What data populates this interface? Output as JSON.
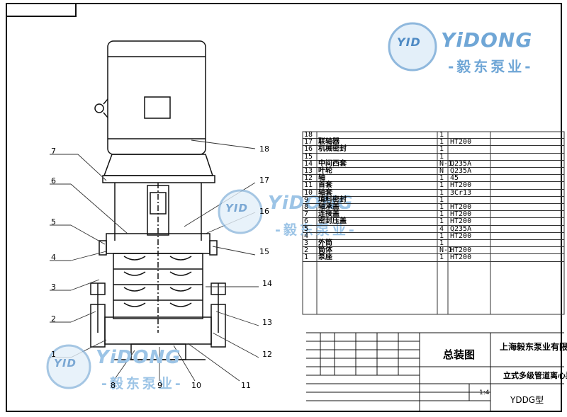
{
  "bom": [
    {
      "no": "18",
      "name": "",
      "qty": "1",
      "mat": ""
    },
    {
      "no": "17",
      "name": "联轴器",
      "qty": "1",
      "mat": "HT200"
    },
    {
      "no": "16",
      "name": "机械密封",
      "qty": "1",
      "mat": ""
    },
    {
      "no": "15",
      "name": "",
      "qty": "1",
      "mat": ""
    },
    {
      "no": "14",
      "name": "中间西套",
      "qty": "N-1",
      "mat": "Q235A"
    },
    {
      "no": "13",
      "name": "叶轮",
      "qty": "N",
      "mat": "Q235A"
    },
    {
      "no": "12",
      "name": "轴",
      "qty": "1",
      "mat": "45"
    },
    {
      "no": "11",
      "name": "首套",
      "qty": "1",
      "mat": "HT200"
    },
    {
      "no": "10",
      "name": "轴套",
      "qty": "1",
      "mat": "3Cr13"
    },
    {
      "no": "9",
      "name": "填料密封",
      "qty": "1",
      "mat": ""
    },
    {
      "no": "8",
      "name": "轴承盖",
      "qty": "1",
      "mat": "HT200"
    },
    {
      "no": "7",
      "name": "连接盖",
      "qty": "1",
      "mat": "HT200"
    },
    {
      "no": "6",
      "name": "密封压盖",
      "qty": "1",
      "mat": "HT200"
    },
    {
      "no": "5",
      "name": "",
      "qty": "4",
      "mat": "Q235A"
    },
    {
      "no": "4",
      "name": "",
      "qty": "1",
      "mat": "HT200"
    },
    {
      "no": "3",
      "name": "外筒",
      "qty": "1",
      "mat": ""
    },
    {
      "no": "2",
      "name": "筒体",
      "qty": "N-1",
      "mat": "HT200"
    },
    {
      "no": "1",
      "name": "泵座",
      "qty": "1",
      "mat": "HT200"
    }
  ],
  "title_block": {
    "drawing_name": "总装图",
    "company": "上海毅东泵业有限公司",
    "product": "立式多级管道离心泵",
    "scale": "1:4",
    "model": "YDDG型"
  },
  "watermark": {
    "badge": "YID",
    "brand_en": "YiDONG",
    "brand_cn": "-毅东泵业-"
  },
  "callouts": [
    "1",
    "2",
    "3",
    "4",
    "5",
    "6",
    "7",
    "8",
    "9",
    "10",
    "11",
    "12",
    "13",
    "14",
    "15",
    "16",
    "17",
    "18"
  ],
  "colors": {
    "line": "#111111",
    "watermark": "#6fa6d6",
    "watermark_light": "#9cc4e6"
  }
}
